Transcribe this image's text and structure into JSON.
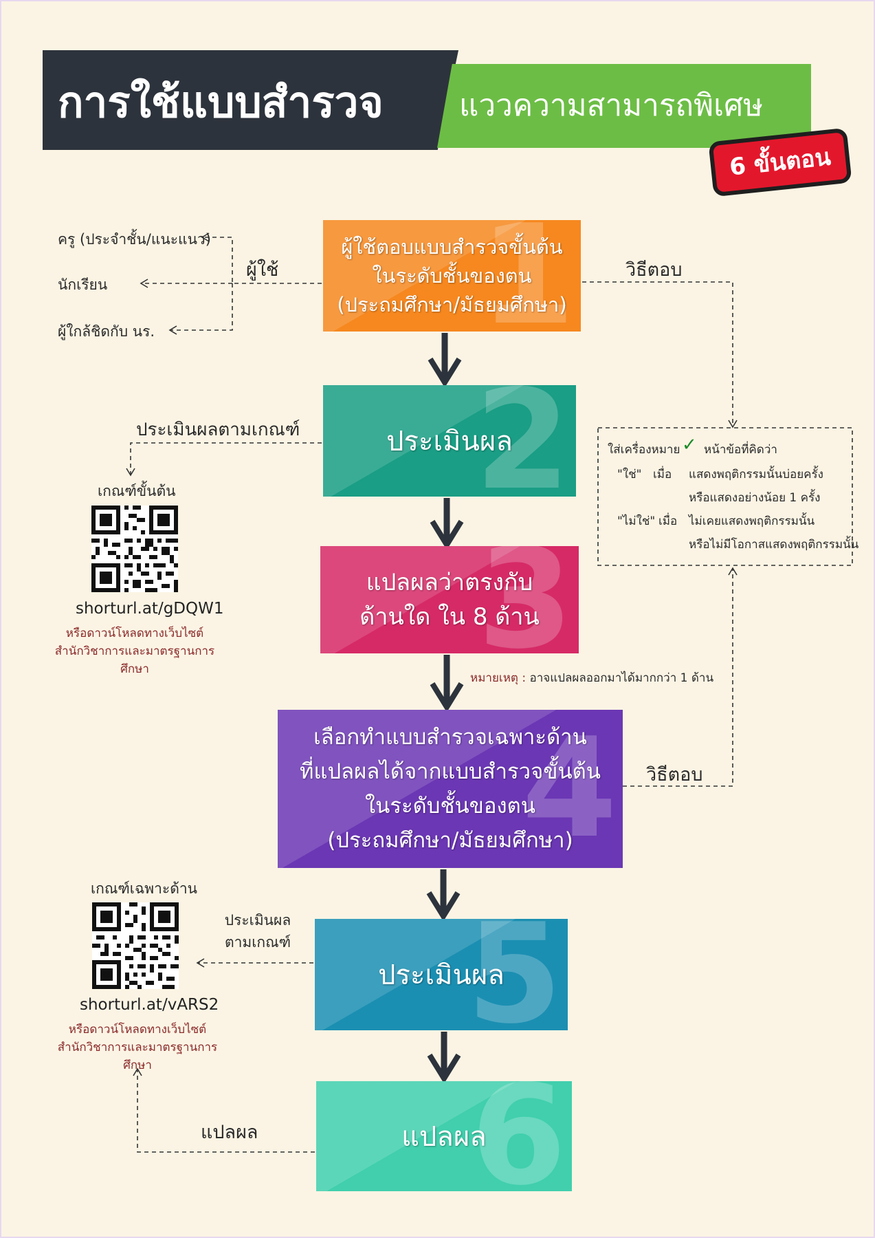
{
  "header": {
    "title": "การใช้แบบสำรวจ",
    "subtitle": "แววความสามารถพิเศษ",
    "badge": "6 ขั้นตอน"
  },
  "steps": [
    {
      "number": "1",
      "text": "ผู้ใช้ตอบแบบสำรวจขั้นต้น\nในระดับชั้นของตน\n(ประถมศึกษา/มัธยมศึกษา)"
    },
    {
      "number": "2",
      "text": "ประเมินผล"
    },
    {
      "number": "3",
      "text": "แปลผลว่าตรงกับ\nด้านใด ใน 8 ด้าน"
    },
    {
      "number": "4",
      "text": "เลือกทำแบบสำรวจเฉพาะด้าน\nที่แปลผลได้จากแบบสำรวจขั้นต้น\nในระดับชั้นของตน\n(ประถมศึกษา/มัธยมศึกษา)"
    },
    {
      "number": "5",
      "text": "ประเมินผล"
    },
    {
      "number": "6",
      "text": "แปลผล"
    }
  ],
  "users": {
    "label": "ผู้ใช้",
    "items": [
      "ครู (ประจำชั้น/แนะแนว)",
      "นักเรียน",
      "ผู้ใกล้ชิดกับ นร."
    ]
  },
  "answer_method": {
    "label_top": "วิธีตอบ",
    "label_bottom": "วิธีตอบ",
    "line1_prefix": "ใส่เครื่องหมาย",
    "line1_suffix": "หน้าข้อที่คิดว่า",
    "yes_key": "\"ใช่\"",
    "when": "เมื่อ",
    "yes_line1": "แสดงพฤติกรรมนั้นบ่อยครั้ง",
    "yes_line2": "หรือแสดงอย่างน้อย 1 ครั้ง",
    "no_key": "\"ไม่ใช่\"",
    "no_line1": "ไม่เคยแสดงพฤติกรรมนั้น",
    "no_line2": "หรือไม่มีโอกาสแสดงพฤติกรรมนั้น"
  },
  "criteria_basic": {
    "link_label": "ประเมินผลตามเกณฑ์",
    "title": "เกณฑ์ขั้นต้น",
    "url": "shorturl.at/gDQW1",
    "note": "หรือดาวน์โหลดทางเว็บไซต์\nสำนักวิชาการและมาตรฐานการศึกษา"
  },
  "criteria_specific": {
    "link_label": "ประเมินผล\nตามเกณฑ์",
    "title": "เกณฑ์เฉพาะด้าน",
    "url": "shorturl.at/vARS2",
    "note": "หรือดาวน์โหลดทางเว็บไซต์\nสำนักวิชาการและมาตรฐานการศึกษา"
  },
  "remark": {
    "key": "หมายเหตุ :",
    "text": "อาจแปลผลออกมาได้มากกว่า 1 ด้าน"
  },
  "interpret_label": "แปลผล",
  "colors": {
    "background": "#fbf4e4",
    "header_dark": "#2d333c",
    "header_green": "#6cbd45",
    "badge_red": "#e3172c",
    "step1": "#f6881f",
    "step2": "#1a9e85",
    "step3": "#d62a66",
    "step4": "#6b37b4",
    "step5": "#1b8fb2",
    "step6": "#41cfad",
    "arrow": "#2d333c"
  }
}
